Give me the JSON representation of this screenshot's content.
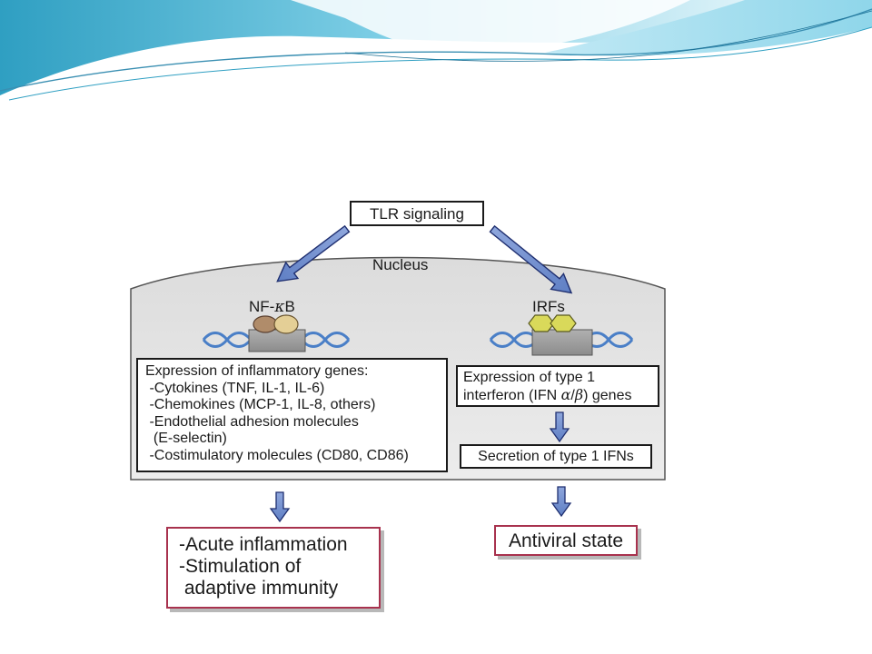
{
  "diagram": {
    "tlr_signaling": "TLR signaling",
    "nucleus": "Nucleus",
    "nfkb": {
      "prefix": "NF-",
      "kappa": "κ",
      "suffix": "B"
    },
    "irfs": "IRFs",
    "inflammatory_box": {
      "title": "Expression of inflammatory genes:",
      "lines": [
        " -Cytokines (TNF, IL-1, IL-6)",
        " -Chemokines (MCP-1, IL-8, others)",
        " -Endothelial adhesion molecules",
        "  (E-selectin)",
        " -Costimulatory molecules (CD80, CD86)"
      ]
    },
    "interferon_box": {
      "line1": "Expression of type 1",
      "line2_prefix": "interferon (IFN ",
      "alpha": "α",
      "slash": "/",
      "beta": "β",
      "line2_suffix": ") genes"
    },
    "secretion": "Secretion of type 1 IFNs",
    "outcome_left": [
      "-Acute inflammation",
      "-Stimulation of",
      " adaptive immunity"
    ],
    "outcome_right": "Antiviral state"
  },
  "colors": {
    "banner_light": "#cfeef8",
    "banner_mid": "#7fcfe6",
    "banner_dark": "#2f9fc2",
    "nucleus_fill": "#e6e6e6",
    "arrow_blue": "#5f7fc4",
    "arrow_outline": "#1f2f70",
    "dna_blue": "#4a7fc7",
    "gray_block": "#9a9a9a",
    "nfkb_brown": "#b08c6a",
    "nfkb_tan": "#e4cf96",
    "irf_yellow": "#d9d95a",
    "outcome_border": "#a8324e"
  },
  "icons": [
    "down-arrow-icon",
    "dna-icon",
    "protein-icon"
  ]
}
